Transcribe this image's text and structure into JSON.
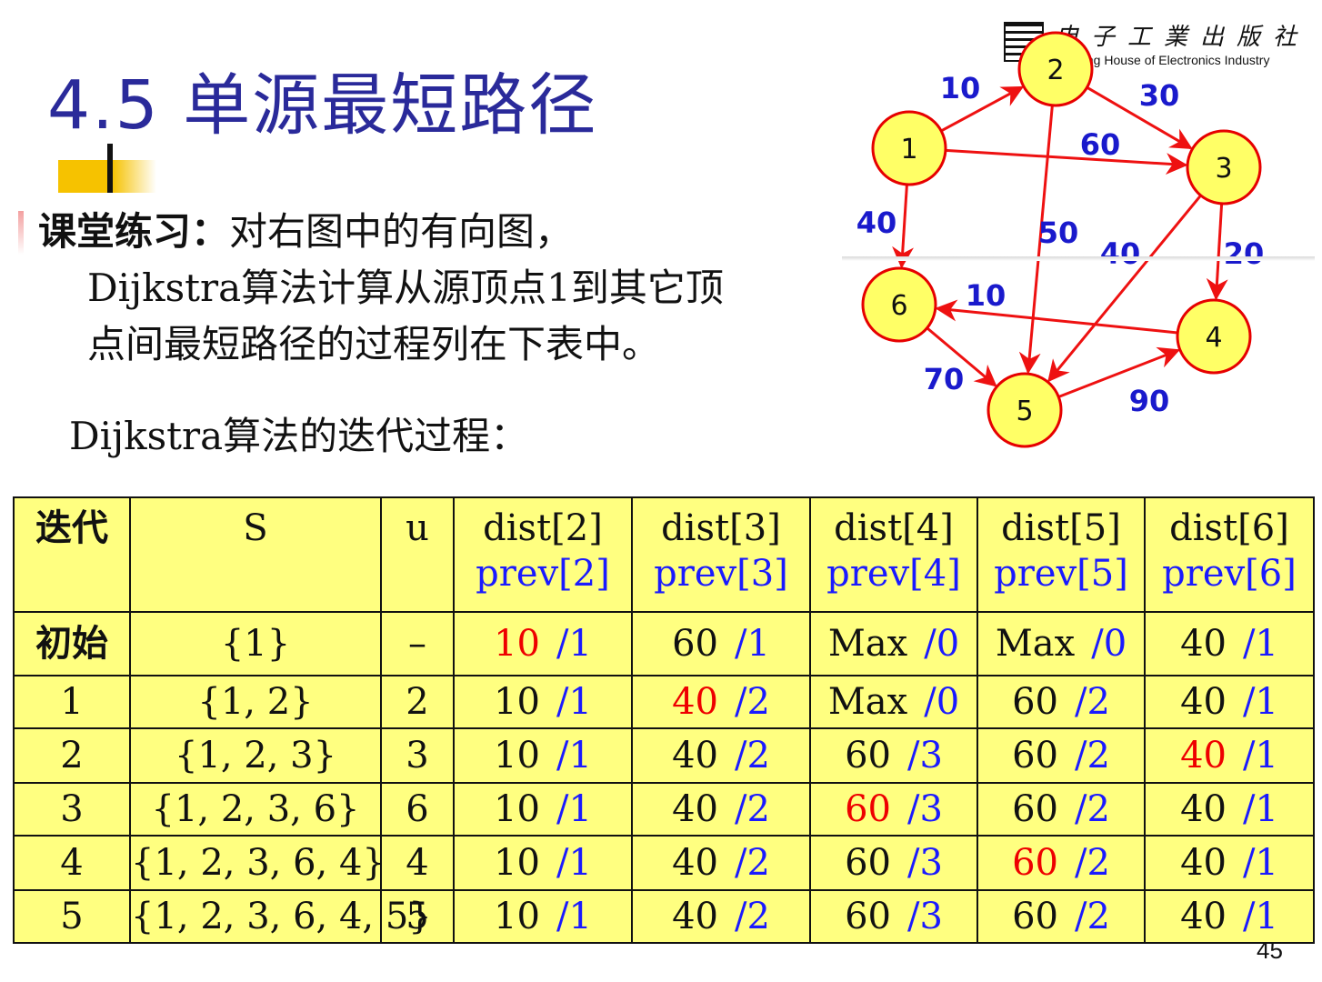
{
  "slide": {
    "title": "4.5 单源最短路径",
    "exercise_label": "课堂练习：",
    "exercise_line1": "对右图中的有向图，",
    "exercise_line2": "Dijkstra算法计算从源顶点1到其它顶",
    "exercise_line3": "点间最短路径的过程列在下表中。",
    "iteration_title": "Dijkstra算法的迭代过程：",
    "page_number": "45"
  },
  "publisher": {
    "name_cn": "电子工業出版社",
    "name_en": "hing House of Electronics Industry"
  },
  "graph": {
    "node_fill": "#ffff66",
    "node_stroke": "#e60000",
    "edge_color": "#ee1111",
    "weight_color": "#1a1acc",
    "nodes": [
      {
        "id": "1"
      },
      {
        "id": "2"
      },
      {
        "id": "3"
      },
      {
        "id": "4"
      },
      {
        "id": "5"
      },
      {
        "id": "6"
      }
    ],
    "edges": [
      {
        "from": "1",
        "to": "2",
        "weight": "10"
      },
      {
        "from": "2",
        "to": "3",
        "weight": "30"
      },
      {
        "from": "1",
        "to": "3",
        "weight": "60"
      },
      {
        "from": "1",
        "to": "6",
        "weight": "40"
      },
      {
        "from": "2",
        "to": "5",
        "weight": "50"
      },
      {
        "from": "3",
        "to": "5",
        "weight": "40"
      },
      {
        "from": "3",
        "to": "4",
        "weight": "20"
      },
      {
        "from": "4",
        "to": "6",
        "weight": "10"
      },
      {
        "from": "6",
        "to": "5",
        "weight": "70"
      },
      {
        "from": "5",
        "to": "4",
        "weight": "90"
      }
    ]
  },
  "table": {
    "headers": {
      "iter": "迭代",
      "s": "S",
      "u": "u",
      "dist": [
        "dist[2]",
        "dist[3]",
        "dist[4]",
        "dist[5]",
        "dist[6]"
      ],
      "prev": [
        "prev[2]",
        "prev[3]",
        "prev[4]",
        "prev[5]",
        "prev[6]"
      ]
    },
    "rows": [
      {
        "iter": "初始",
        "s": "{1}",
        "u": "–",
        "cells": [
          {
            "dist": "10",
            "prev": "/1",
            "highlight": true
          },
          {
            "dist": "60",
            "prev": "/1",
            "highlight": false
          },
          {
            "dist": "Max",
            "prev": "/0",
            "highlight": false
          },
          {
            "dist": "Max",
            "prev": "/0",
            "highlight": false
          },
          {
            "dist": "40",
            "prev": "/1",
            "highlight": false
          }
        ]
      },
      {
        "iter": "1",
        "s": "{1, 2}",
        "u": "2",
        "cells": [
          {
            "dist": "10",
            "prev": "/1",
            "highlight": false
          },
          {
            "dist": "40",
            "prev": "/2",
            "highlight": true
          },
          {
            "dist": "Max",
            "prev": "/0",
            "highlight": false
          },
          {
            "dist": "60",
            "prev": "/2",
            "highlight": false
          },
          {
            "dist": "40",
            "prev": "/1",
            "highlight": false
          }
        ]
      },
      {
        "iter": "2",
        "s": "{1, 2, 3}",
        "u": "3",
        "cells": [
          {
            "dist": "10",
            "prev": "/1",
            "highlight": false
          },
          {
            "dist": "40",
            "prev": "/2",
            "highlight": false
          },
          {
            "dist": "60",
            "prev": "/3",
            "highlight": false
          },
          {
            "dist": "60",
            "prev": "/2",
            "highlight": false
          },
          {
            "dist": "40",
            "prev": "/1",
            "highlight": true
          }
        ]
      },
      {
        "iter": "3",
        "s": "{1, 2, 3, 6}",
        "u": "6",
        "cells": [
          {
            "dist": "10",
            "prev": "/1",
            "highlight": false
          },
          {
            "dist": "40",
            "prev": "/2",
            "highlight": false
          },
          {
            "dist": "60",
            "prev": "/3",
            "highlight": true
          },
          {
            "dist": "60",
            "prev": "/2",
            "highlight": false
          },
          {
            "dist": "40",
            "prev": "/1",
            "highlight": false
          }
        ]
      },
      {
        "iter": "4",
        "s": "{1, 2, 3, 6, 4}",
        "u": "4",
        "cells": [
          {
            "dist": "10",
            "prev": "/1",
            "highlight": false
          },
          {
            "dist": "40",
            "prev": "/2",
            "highlight": false
          },
          {
            "dist": "60",
            "prev": "/3",
            "highlight": false
          },
          {
            "dist": "60",
            "prev": "/2",
            "highlight": true
          },
          {
            "dist": "40",
            "prev": "/1",
            "highlight": false
          }
        ]
      },
      {
        "iter": "5",
        "s": "{1, 2, 3, 6, 4, 5}",
        "u": "5",
        "cells": [
          {
            "dist": "10",
            "prev": "/1",
            "highlight": false
          },
          {
            "dist": "40",
            "prev": "/2",
            "highlight": false
          },
          {
            "dist": "60",
            "prev": "/3",
            "highlight": false
          },
          {
            "dist": "60",
            "prev": "/2",
            "highlight": false
          },
          {
            "dist": "40",
            "prev": "/1",
            "highlight": false
          }
        ]
      }
    ]
  }
}
